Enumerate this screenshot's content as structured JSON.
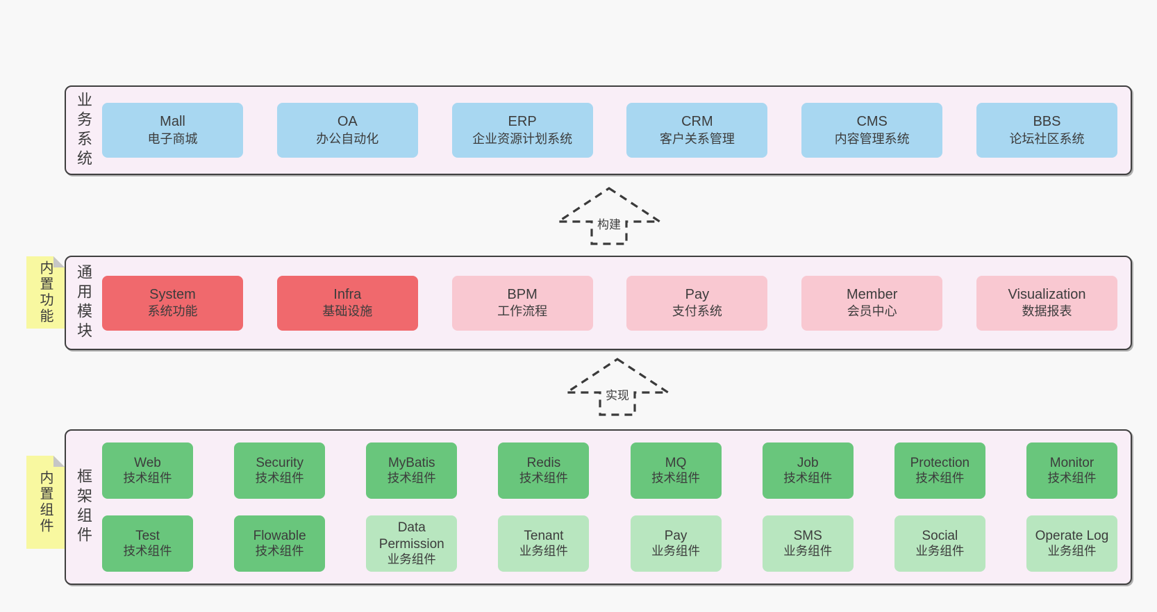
{
  "palette": {
    "page_bg": "#f8f8f8",
    "container_bg": "#f9eef7",
    "container_border": "#3f3f3f",
    "blue": "#a8d7f1",
    "red": "#f0696d",
    "pink": "#f9c8d1",
    "green": "#69c67c",
    "green_light": "#b8e6bf",
    "sticky_yellow": "#f8f8a0",
    "sticky_fold": "#c6c6c6",
    "arrow": "#3a3a3a",
    "text": "#3c3c3c"
  },
  "layers": [
    {
      "id": "business-systems",
      "label": "业务系统",
      "rows": [
        [
          {
            "title": "Mall",
            "subtitle": "电子商城",
            "variant": "blue"
          },
          {
            "title": "OA",
            "subtitle": "办公自动化",
            "variant": "blue"
          },
          {
            "title": "ERP",
            "subtitle": "企业资源计划系统",
            "variant": "blue"
          },
          {
            "title": "CRM",
            "subtitle": "客户关系管理",
            "variant": "blue"
          },
          {
            "title": "CMS",
            "subtitle": "内容管理系统",
            "variant": "blue"
          },
          {
            "title": "BBS",
            "subtitle": "论坛社区系统",
            "variant": "blue"
          }
        ]
      ]
    },
    {
      "id": "common-modules",
      "label": "通用模块",
      "sticky": "内置功能",
      "rows": [
        [
          {
            "title": "System",
            "subtitle": "系统功能",
            "variant": "red"
          },
          {
            "title": "Infra",
            "subtitle": "基础设施",
            "variant": "red"
          },
          {
            "title": "BPM",
            "subtitle": "工作流程",
            "variant": "pink"
          },
          {
            "title": "Pay",
            "subtitle": "支付系统",
            "variant": "pink"
          },
          {
            "title": "Member",
            "subtitle": "会员中心",
            "variant": "pink"
          },
          {
            "title": "Visualization",
            "subtitle": "数据报表",
            "variant": "pink"
          }
        ]
      ]
    },
    {
      "id": "framework-components",
      "label": "框架组件",
      "sticky": "内置组件",
      "rows": [
        [
          {
            "title": "Web",
            "subtitle": "技术组件",
            "variant": "green"
          },
          {
            "title": "Security",
            "subtitle": "技术组件",
            "variant": "green"
          },
          {
            "title": "MyBatis",
            "subtitle": "技术组件",
            "variant": "green"
          },
          {
            "title": "Redis",
            "subtitle": "技术组件",
            "variant": "green"
          },
          {
            "title": "MQ",
            "subtitle": "技术组件",
            "variant": "green"
          },
          {
            "title": "Job",
            "subtitle": "技术组件",
            "variant": "green"
          },
          {
            "title": "Protection",
            "subtitle": "技术组件",
            "variant": "green"
          },
          {
            "title": "Monitor",
            "subtitle": "技术组件",
            "variant": "green"
          }
        ],
        [
          {
            "title": "Test",
            "subtitle": "技术组件",
            "variant": "green"
          },
          {
            "title": "Flowable",
            "subtitle": "技术组件",
            "variant": "green"
          },
          {
            "title": "Data Permission",
            "subtitle": "业务组件",
            "variant": "green_light"
          },
          {
            "title": "Tenant",
            "subtitle": "业务组件",
            "variant": "green_light"
          },
          {
            "title": "Pay",
            "subtitle": "业务组件",
            "variant": "green_light"
          },
          {
            "title": "SMS",
            "subtitle": "业务组件",
            "variant": "green_light"
          },
          {
            "title": "Social",
            "subtitle": "业务组件",
            "variant": "green_light"
          },
          {
            "title": "Operate Log",
            "subtitle": "业务组件",
            "variant": "green_light"
          }
        ]
      ]
    }
  ],
  "arrows": [
    {
      "id": "build",
      "label": "构建"
    },
    {
      "id": "implement",
      "label": "实现"
    }
  ]
}
